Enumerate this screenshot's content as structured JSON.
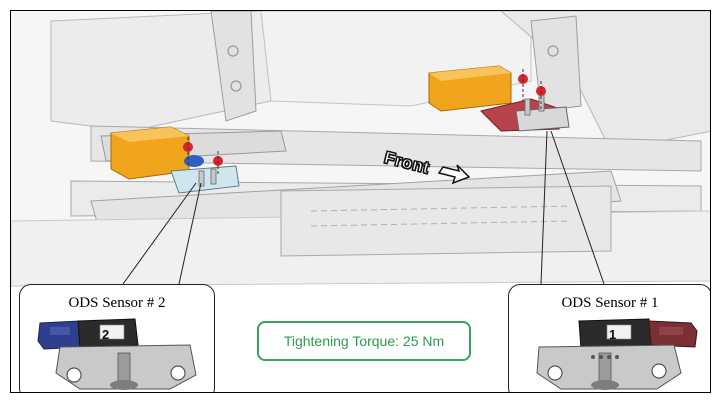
{
  "scene": {
    "direction_label": "Front"
  },
  "callouts": {
    "sensor2": {
      "label": "ODS Sensor # 2",
      "number": "2"
    },
    "sensor1": {
      "label": "ODS Sensor # 1",
      "number": "1"
    }
  },
  "torque": {
    "text": "Tightening Torque: 25 Nm"
  },
  "colors": {
    "border": "#000000",
    "torque_green": "#3aa35f",
    "block_orange": "#f0a51c",
    "bolt_red": "#d9232e",
    "connector_blue": "#2f3f8f",
    "connector_maroon": "#7a2f35"
  }
}
